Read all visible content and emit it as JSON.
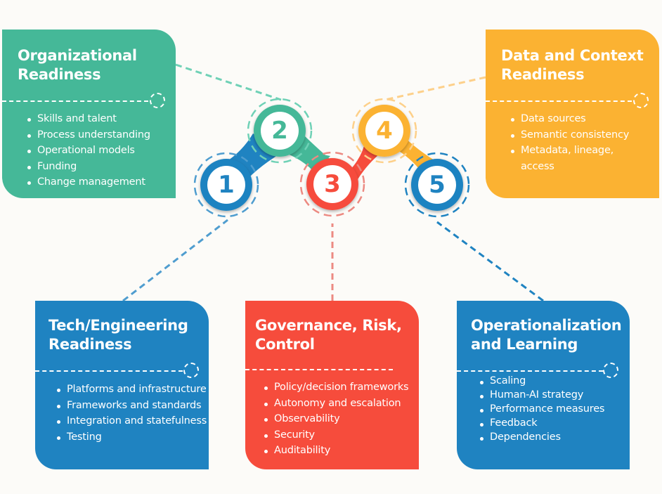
{
  "colors": {
    "green": "#45b898",
    "yellow": "#fbb232",
    "blue": "#1f83c1",
    "red": "#f64c3c",
    "background": "#fcfbf8"
  },
  "nodes": [
    {
      "number": "1",
      "color": "#1f83c1",
      "links_to": "Tech/Engineering Readiness"
    },
    {
      "number": "2",
      "color": "#45b898",
      "links_to": "Organizational Readiness"
    },
    {
      "number": "3",
      "color": "#f64c3c",
      "links_to": "Governance, Risk, Control"
    },
    {
      "number": "4",
      "color": "#fbb232",
      "links_to": "Data and Context Readiness"
    },
    {
      "number": "5",
      "color": "#1f83c1",
      "links_to": "Operationalization and Learning"
    }
  ],
  "cards": {
    "org": {
      "title_line1": "Organizational",
      "title_line2": "Readiness",
      "items": [
        "Skills and talent",
        "Process understanding",
        "Operational models",
        "Funding",
        "Change management"
      ]
    },
    "data": {
      "title_line1": "Data and Context",
      "title_line2": "Readiness",
      "items": [
        "Data sources",
        "Semantic consistency",
        "Metadata, lineage,",
        "access"
      ]
    },
    "tech": {
      "title_line1": "Tech/Engineering",
      "title_line2": "Readiness",
      "items": [
        "Platforms and infrastructure",
        "Frameworks and standards",
        "Integration and statefulness",
        "Testing"
      ]
    },
    "gov": {
      "title_line1": "Governance, Risk,",
      "title_line2": "Control",
      "items": [
        "Policy/decision frameworks",
        "Autonomy and escalation",
        "Observability",
        "Security",
        "Auditability"
      ]
    },
    "ops": {
      "title_line1": "Operationalization",
      "title_line2": "and Learning",
      "items": [
        "Scaling",
        "Human-AI strategy",
        "Performance measures",
        "Feedback",
        "Dependencies"
      ]
    }
  }
}
